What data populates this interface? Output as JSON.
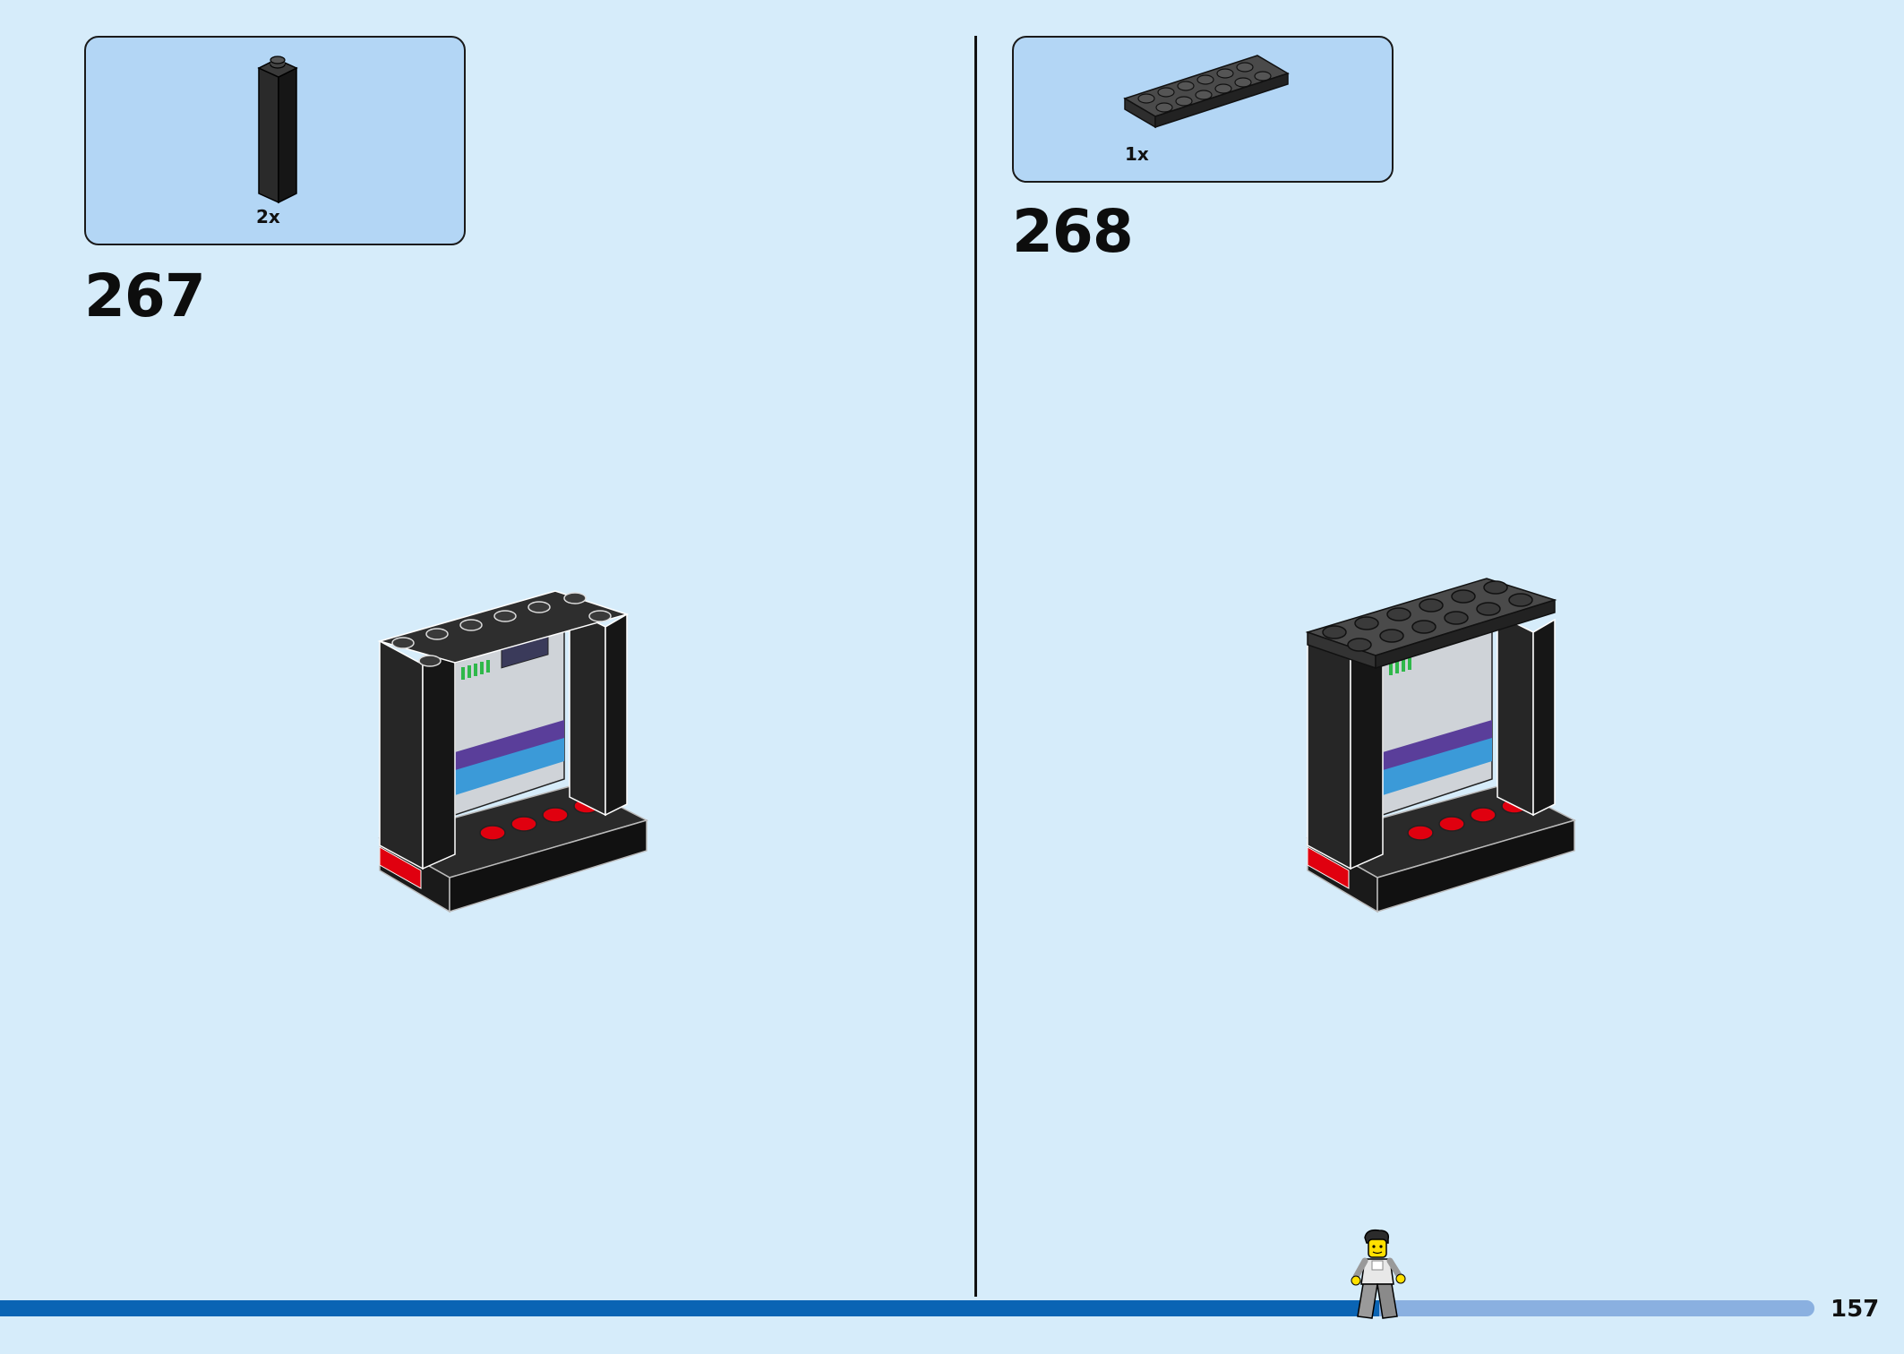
{
  "steps": [
    {
      "number": "267",
      "part_qty": "2x",
      "part": "black-1x1-tall-brick-icon"
    },
    {
      "number": "268",
      "part_qty": "1x",
      "part": "dark-gray-2x6-plate-icon"
    }
  ],
  "page_number": "157",
  "progress": {
    "fraction": 0.76
  },
  "colors": {
    "background": "#d6ecfa",
    "parts_box": "#b3d6f5",
    "progress_fill": "#0a64b4",
    "progress_track": "#8ab0e0",
    "brick_black": "#1e1e1e",
    "brick_red": "#e0000f",
    "plate_gray": "#4a4a4a"
  }
}
